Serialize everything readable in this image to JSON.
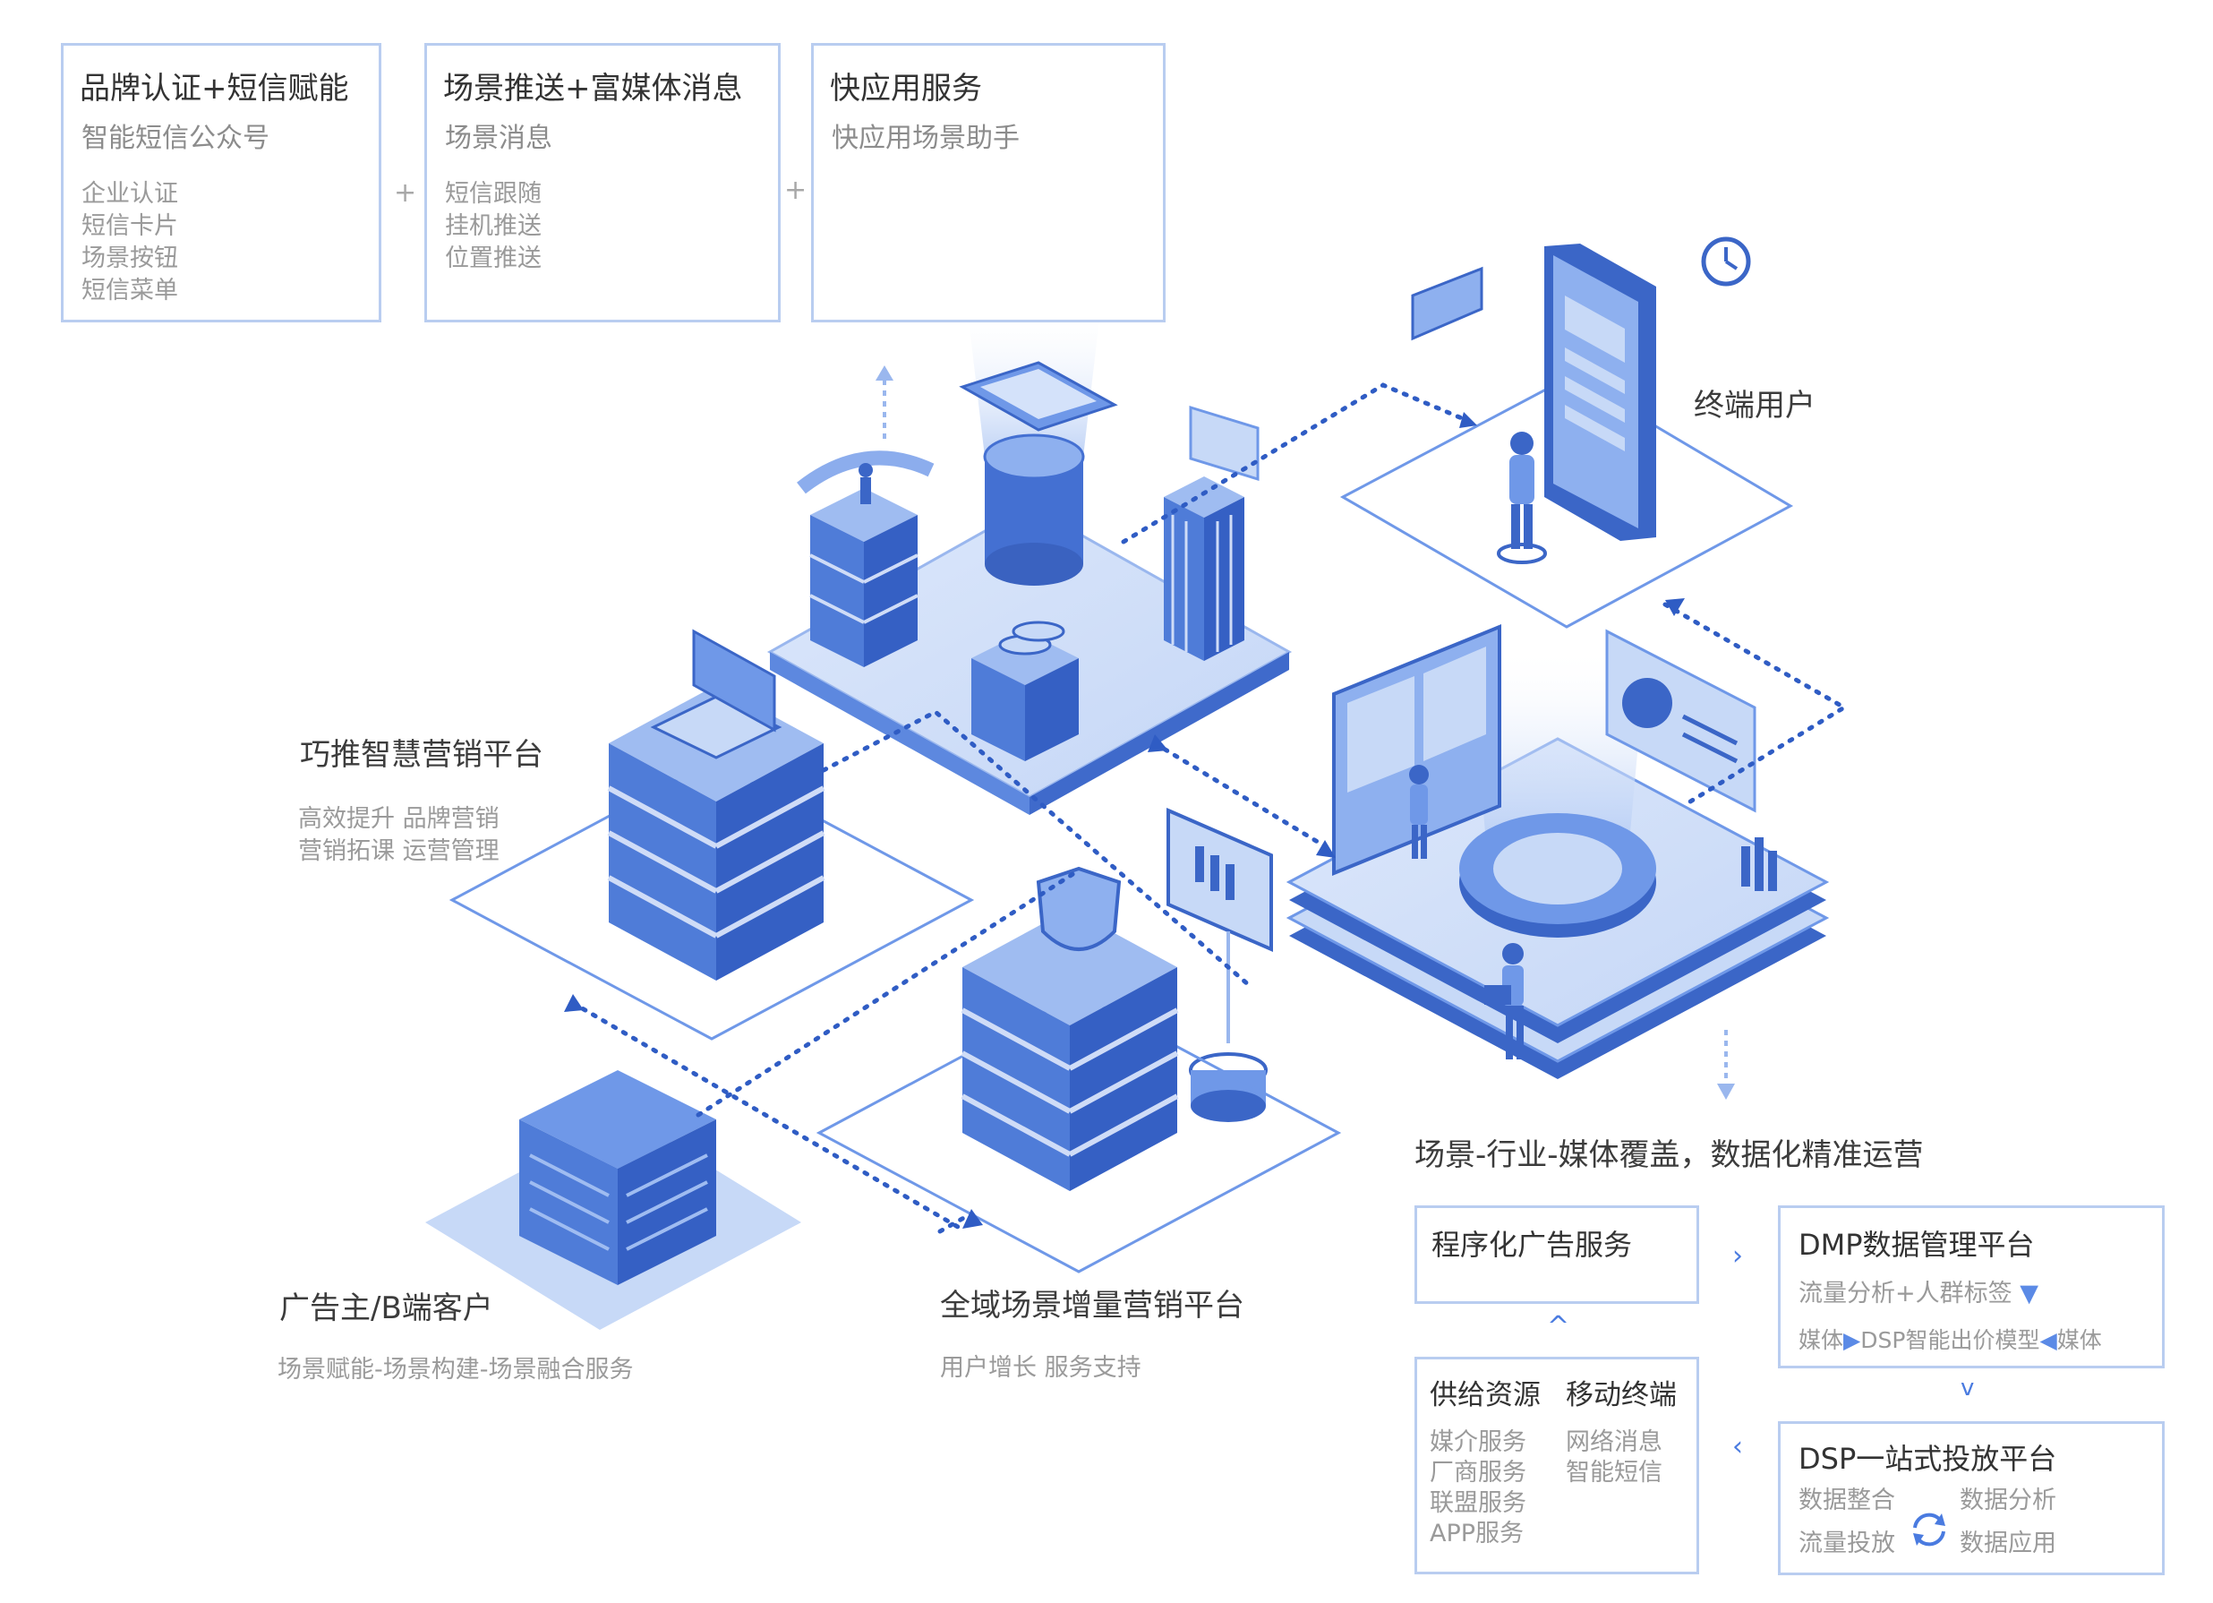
{
  "top_cards": [
    {
      "title": "品牌认证+短信赋能",
      "subtitle": "智能短信公众号",
      "items": [
        "企业认证",
        "短信卡片",
        "场景按钮",
        "短信菜单"
      ]
    },
    {
      "title": "场景推送+富媒体消息",
      "subtitle": "场景消息",
      "items": [
        "短信跟随",
        "挂机推送",
        "位置推送"
      ]
    },
    {
      "title": "快应用服务",
      "subtitle": "快应用场景助手",
      "items": []
    }
  ],
  "plus_sign": "+",
  "end_user": {
    "label": "终端用户"
  },
  "qiaotui": {
    "title": "巧推智慧营销平台",
    "lines": [
      "高效提升 品牌营销",
      "营销拓课 运营管理"
    ]
  },
  "advertiser": {
    "title": "广告主/B端客户",
    "subtitle": "场景赋能-场景构建-场景融合服务"
  },
  "quanyu": {
    "title": "全域场景增量营销平台",
    "subtitle": "用户增长 服务支持"
  },
  "coverage": {
    "title": "场景-行业-媒体覆盖，数据化精准运营"
  },
  "programmatic": {
    "title": "程序化广告服务"
  },
  "dmp": {
    "title": "DMP数据管理平台",
    "line1": "流量分析+人群标签",
    "line2_a": "媒体",
    "line2_b": "DSP智能出价模型",
    "line2_c": "媒体"
  },
  "supply": {
    "title_a": "供给资源",
    "title_b": "移动终端",
    "col_a": [
      "媒介服务",
      "厂商服务",
      "联盟服务",
      "APP服务"
    ],
    "col_b": [
      "网络消息",
      "智能短信"
    ]
  },
  "dsp": {
    "title": "DSP一站式投放平台",
    "items": [
      "数据整合",
      "数据分析",
      "流量投放",
      "数据应用"
    ]
  },
  "glyphs": {
    "right": "›",
    "left": "‹",
    "up": "^",
    "down": "v",
    "tri_right": "▶",
    "tri_left": "◀",
    "tri_down": "▼"
  },
  "colors": {
    "accent": "#4a7be0",
    "card_border": "#b9cdf0",
    "light_blue": "#c7d9f7",
    "mid_blue": "#6f98e8",
    "dark_blue": "#3b66c7"
  }
}
